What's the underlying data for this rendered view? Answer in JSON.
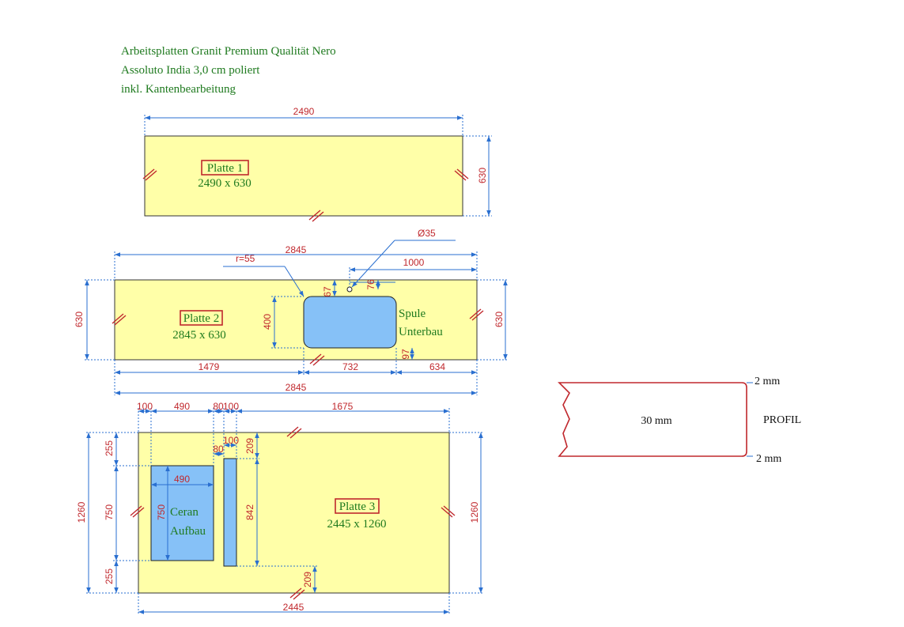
{
  "header": {
    "line1": "Arbeitsplatten Granit Premium Qualität Nero",
    "line2": "Assoluto India 3,0 cm poliert",
    "line3": "inkl. Kantenbearbeitung"
  },
  "platte1": {
    "name": "Platte 1",
    "size": "2490 x 630",
    "dim_width": "2490",
    "dim_height": "630"
  },
  "platte2": {
    "name": "Platte 2",
    "size": "2845 x 630",
    "dim_width_top": "2845",
    "dim_width_bottom": "2845",
    "dim_height_left": "630",
    "dim_height_right": "630",
    "dim_radius": "r=55",
    "dim_hole": "Ø35",
    "dim_1000": "1000",
    "dim_67": "67",
    "dim_76": "76",
    "dim_400": "400",
    "dim_97": "97",
    "dim_1479": "1479",
    "dim_732": "732",
    "dim_634": "634",
    "sink_label1": "Spule",
    "sink_label2": "Unterbau"
  },
  "platte3": {
    "name": "Platte 3",
    "size": "2445 x 1260",
    "dim_100a": "100",
    "dim_490": "490",
    "dim_80": "80",
    "dim_100b": "100",
    "dim_1675": "1675",
    "dim_100c": "100",
    "dim_80b": "80",
    "dim_209a": "209",
    "dim_255a": "255",
    "dim_750a": "750",
    "dim_255b": "255",
    "dim_1260_left": "1260",
    "dim_1260_right": "1260",
    "dim_490_inner": "490",
    "dim_750_inner": "750",
    "dim_842": "842",
    "dim_209b": "209",
    "dim_2445": "2445",
    "cooktop_label1": "Ceran",
    "cooktop_label2": "Aufbau"
  },
  "profile": {
    "thickness": "30 mm",
    "top_edge": "2 mm",
    "bottom_edge": "2 mm",
    "title": "PROFIL"
  }
}
